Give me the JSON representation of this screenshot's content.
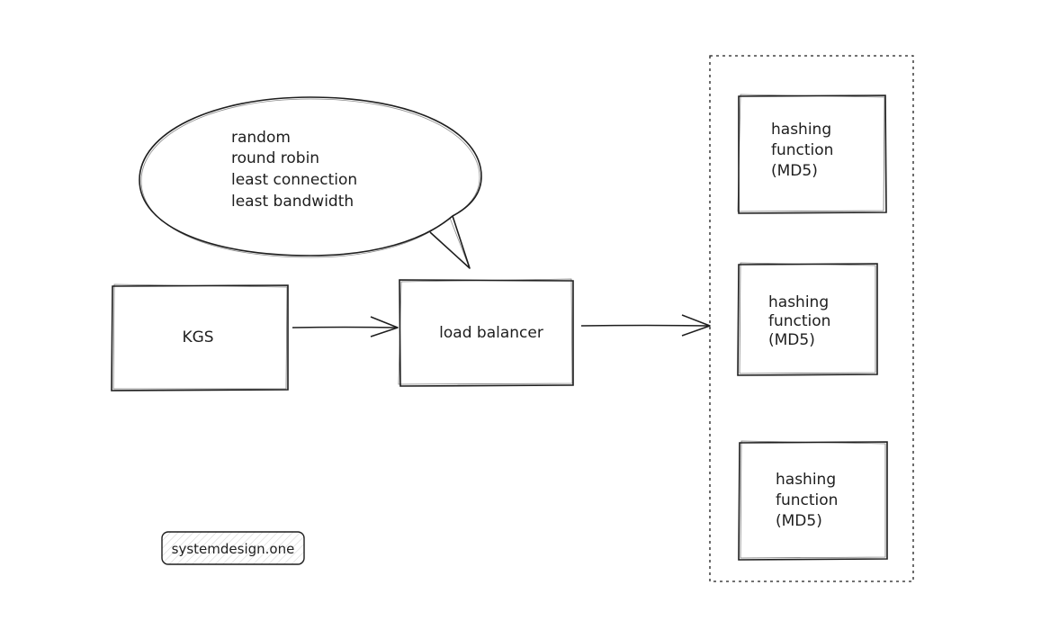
{
  "diagram": {
    "nodes": {
      "kgs": {
        "label": "KGS"
      },
      "load_balancer": {
        "label": "load balancer"
      },
      "hash_1": {
        "lines": [
          "hashing",
          "function",
          "(MD5)"
        ]
      },
      "hash_2": {
        "lines": [
          "hashing",
          "function",
          "(MD5)"
        ]
      },
      "hash_3": {
        "lines": [
          "hashing",
          "function",
          "(MD5)"
        ]
      }
    },
    "speech_bubble": {
      "lines": [
        "random",
        "round robin",
        "least connection",
        "least bandwidth"
      ]
    },
    "edges": [
      {
        "from": "kgs",
        "to": "load_balancer"
      },
      {
        "from": "load_balancer",
        "to": "hash_group"
      }
    ],
    "watermark": "systemdesign.one",
    "colors": {
      "stroke": "#1e1e1e",
      "background": "#ffffff",
      "watermark_fill": "#f0f0f0"
    }
  }
}
